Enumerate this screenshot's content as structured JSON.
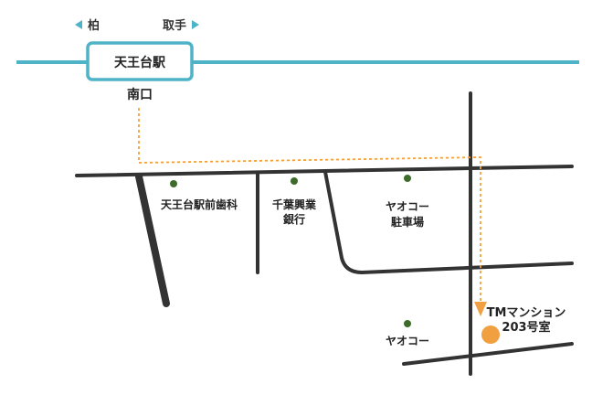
{
  "map": {
    "directions": {
      "left": {
        "label": "柏"
      },
      "right": {
        "label": "取手"
      }
    },
    "station": {
      "name": "天王台駅",
      "exit": "南口"
    },
    "landmarks": [
      {
        "id": "dental",
        "lines": [
          "天王台駅前歯科"
        ]
      },
      {
        "id": "bank",
        "lines": [
          "千葉興業",
          "銀行"
        ]
      },
      {
        "id": "parking",
        "lines": [
          "ヤオコー",
          "駐車場"
        ]
      },
      {
        "id": "supermarket",
        "lines": [
          "ヤオコー"
        ]
      }
    ],
    "destination": {
      "lines": [
        "TMマンション",
        "203号室"
      ]
    },
    "colors": {
      "rail": "#4fb3c8",
      "road": "#333333",
      "route": "#f0a040",
      "landmark": "#3d6b2a",
      "destination": "#f0a040",
      "arrow": "#4fb3c8"
    }
  }
}
